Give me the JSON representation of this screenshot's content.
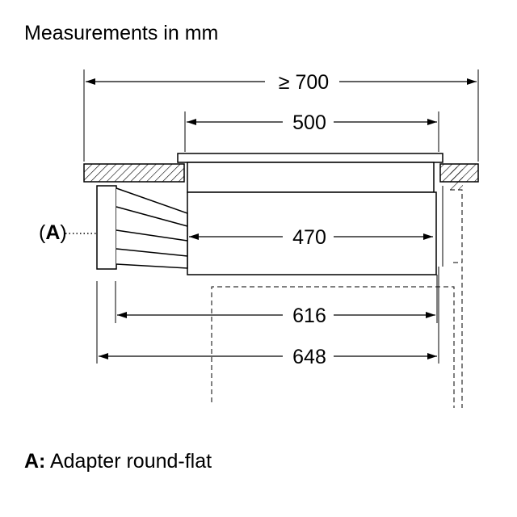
{
  "title": "Measurements in mm",
  "dimensions": {
    "overall_width": "≥ 700",
    "hob_width": "500",
    "unit_width": "470",
    "depth_inner": "616",
    "depth_outer": "648"
  },
  "callout": {
    "letter": "A",
    "open": "(",
    "close": ")"
  },
  "legend": {
    "key": "A:",
    "text": " Adapter round-flat"
  }
}
